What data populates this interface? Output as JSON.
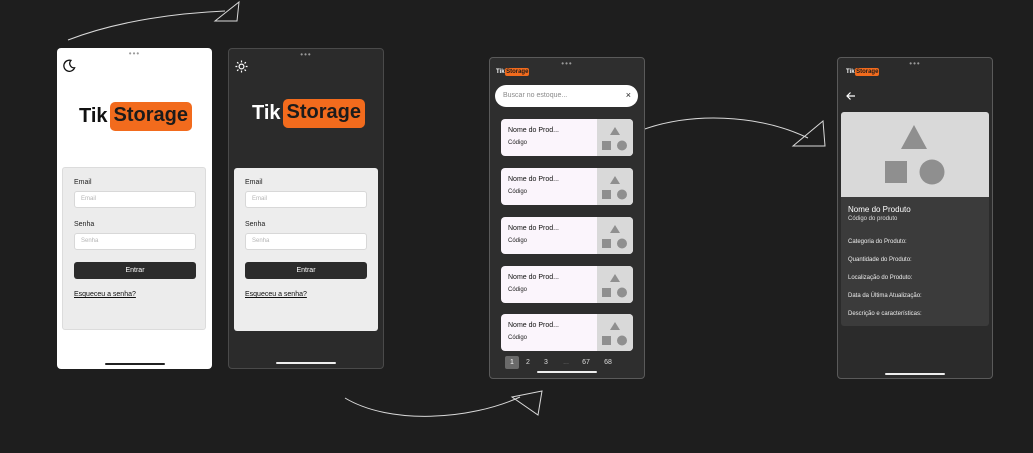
{
  "brand": {
    "tik": "Tik",
    "storage": "Storage"
  },
  "login": {
    "email_label": "Email",
    "email_placeholder": "Email",
    "password_label": "Senha",
    "password_placeholder": "Senha",
    "submit": "Entrar",
    "forgot": "Esqueceu a senha?"
  },
  "list": {
    "search_placeholder": "Buscar no estoque...",
    "clear": "×",
    "items": [
      {
        "name": "Nome do Prod...",
        "code": "Código"
      },
      {
        "name": "Nome do Prod...",
        "code": "Código"
      },
      {
        "name": "Nome do Prod...",
        "code": "Código"
      },
      {
        "name": "Nome do Prod...",
        "code": "Código"
      },
      {
        "name": "Nome do Prod...",
        "code": "Código"
      }
    ],
    "pagination": [
      "1",
      "2",
      "3",
      "...",
      "67",
      "68"
    ],
    "active_page": "1"
  },
  "detail": {
    "name": "Nome do Produto",
    "code": "Código do produto",
    "fields": [
      "Categoria do Produto:",
      "Quantidade do Produto:",
      "Localização do Produto:",
      "Data da Última Atualização:",
      "Descrição e características:"
    ]
  },
  "colors": {
    "accent": "#f26b1d",
    "canvas": "#1e1e1e",
    "dark_surface": "#2b2b2b",
    "placeholder_gray": "#9a9a9a"
  },
  "icons": [
    "moon-icon",
    "sun-icon",
    "close-icon",
    "back-arrow-icon",
    "image-placeholder-icon",
    "flow-arrow"
  ]
}
